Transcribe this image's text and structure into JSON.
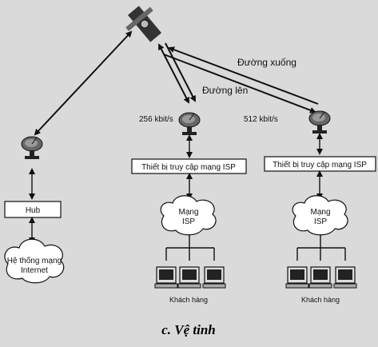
{
  "labels": {
    "downlink": "Đường xuống",
    "uplink": "Đường lên",
    "rate_left": "256 kbit/s",
    "rate_right": "512 kbit/s",
    "isp_device_left": "Thiết bị truy cập mạng ISP",
    "isp_device_right": "Thiết bị truy cập mạng ISP",
    "hub": "Hub",
    "internet_line1": "Hệ thống mạng",
    "internet_line2": "Internet",
    "isp_cloud_left_line1": "Mạng",
    "isp_cloud_left_line2": "ISP",
    "isp_cloud_right_line1": "Mạng",
    "isp_cloud_right_line2": "ISP",
    "customers_left": "Khách hàng",
    "customers_right": "Khách hàng",
    "caption": "c. Vệ tinh"
  }
}
